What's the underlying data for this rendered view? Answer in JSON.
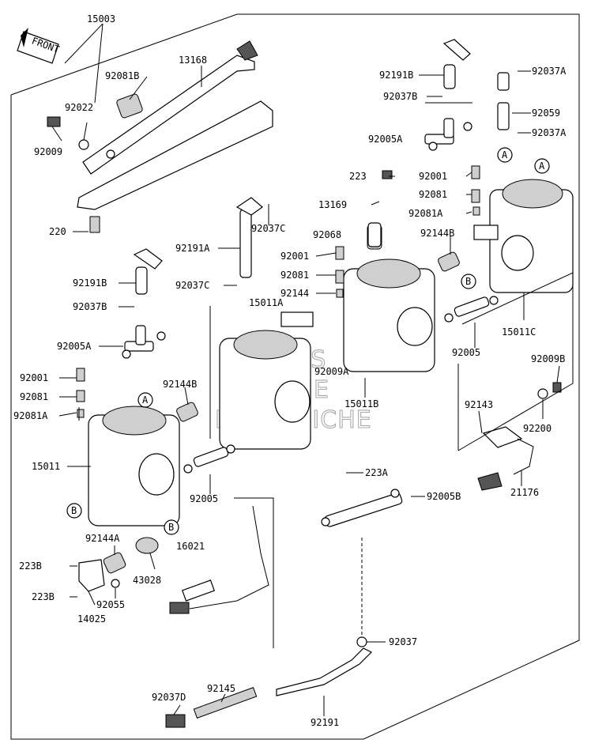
{
  "front_badge": "FRONT",
  "watermark": [
    "HLSMS",
    "ONLINE",
    "MICROFICHE"
  ],
  "callouts": {
    "A": "A",
    "B": "B"
  },
  "labels": {
    "p15003": "15003",
    "p13168": "13168",
    "p92081B": "92081B",
    "p92022": "92022",
    "p92009": "92009",
    "p220": "220",
    "p92191B_top": "92191B",
    "p92037B_top": "92037B",
    "p92005A_top": "92005A",
    "p92037A_1": "92037A",
    "p92059": "92059",
    "p92037A_2": "92037A",
    "p223": "223",
    "p13169": "13169",
    "p92068": "92068",
    "p92001_r": "92001",
    "p92081_r": "92081",
    "p92081A_r": "92081A",
    "p92144B_r": "92144B",
    "p92037C_1": "92037C",
    "p92191A": "92191A",
    "p92037C_2": "92037C",
    "p92001_m": "92001",
    "p92081_m": "92081",
    "p92144_m": "92144",
    "p15011A": "15011A",
    "p15011C": "15011C",
    "p92191B_l": "92191B",
    "p92037B_l": "92037B",
    "p92005A_l": "92005A",
    "p92005_r": "92005",
    "p92009A": "92009A",
    "p92001_l": "92001",
    "p92081_l": "92081",
    "p92081A_l": "92081A",
    "p92144B_l": "92144B",
    "p15011B": "15011B",
    "p92009B": "92009B",
    "p92143": "92143",
    "p92200": "92200",
    "p15011": "15011",
    "p92005_l": "92005",
    "p223A": "223A",
    "p92005B": "92005B",
    "p21176": "21176",
    "p92144A": "92144A",
    "p16021": "16021",
    "p43028": "43028",
    "p223B_1": "223B",
    "p92055": "92055",
    "p223B_2": "223B",
    "p14025": "14025",
    "p92037": "92037",
    "p92037D": "92037D",
    "p92145": "92145",
    "p92191": "92191"
  }
}
